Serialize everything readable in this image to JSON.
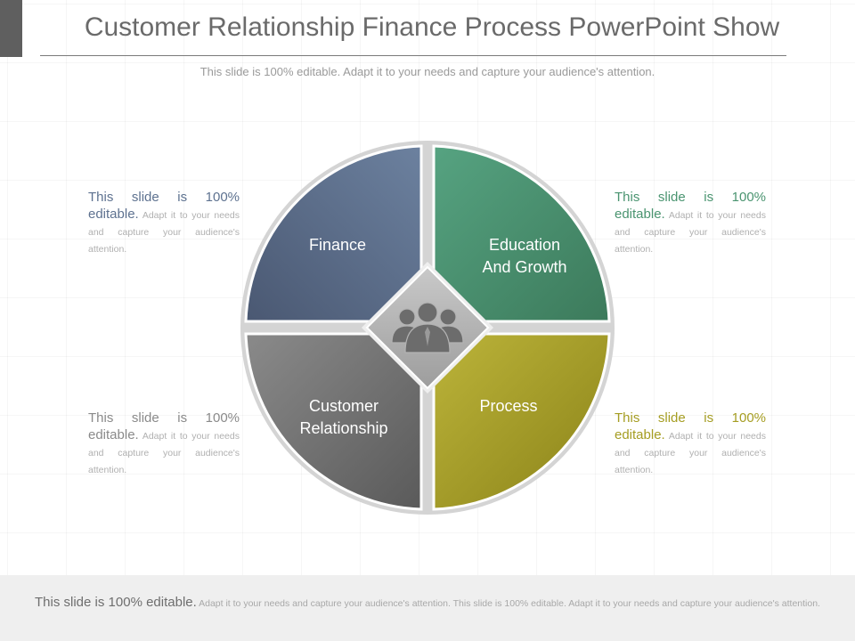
{
  "title": "Customer Relationship Finance Process PowerPoint Show",
  "subtitle": "This slide is 100% editable. Adapt it to your needs and capture your audience's attention.",
  "segments": [
    {
      "id": "finance",
      "lines": [
        "Finance"
      ],
      "color": "#5e7290"
    },
    {
      "id": "education",
      "lines": [
        "Education",
        "And Growth"
      ],
      "color": "#4a9470"
    },
    {
      "id": "customer",
      "lines": [
        "Customer",
        "Relationship"
      ],
      "color": "#6e6e6e"
    },
    {
      "id": "process",
      "lines": [
        "Process"
      ],
      "color": "#a59d22"
    }
  ],
  "center_icon": "people-group-icon",
  "notes": {
    "top_left": {
      "lead": "This slide is 100% editable.",
      "body": " Adapt it to your needs and capture your audience's attention.",
      "color": "#5e7290"
    },
    "top_right": {
      "lead": "This slide is 100% editable.",
      "body": " Adapt it to your needs and capture your audience's attention.",
      "color": "#4a9470"
    },
    "bottom_left": {
      "lead": "This slide is 100% editable.",
      "body": " Adapt it to your needs and capture your audience's attention.",
      "color": "#8a8a8a"
    },
    "bottom_right": {
      "lead": "This slide is 100% editable.",
      "body": " Adapt it to your needs and capture your audience's attention.",
      "color": "#a59d22"
    }
  },
  "footer": {
    "lead": "This slide is 100% editable.",
    "body": " Adapt it to your needs and capture your audience's attention. This slide is 100% editable. Adapt it to your needs and capture your audience's attention."
  }
}
